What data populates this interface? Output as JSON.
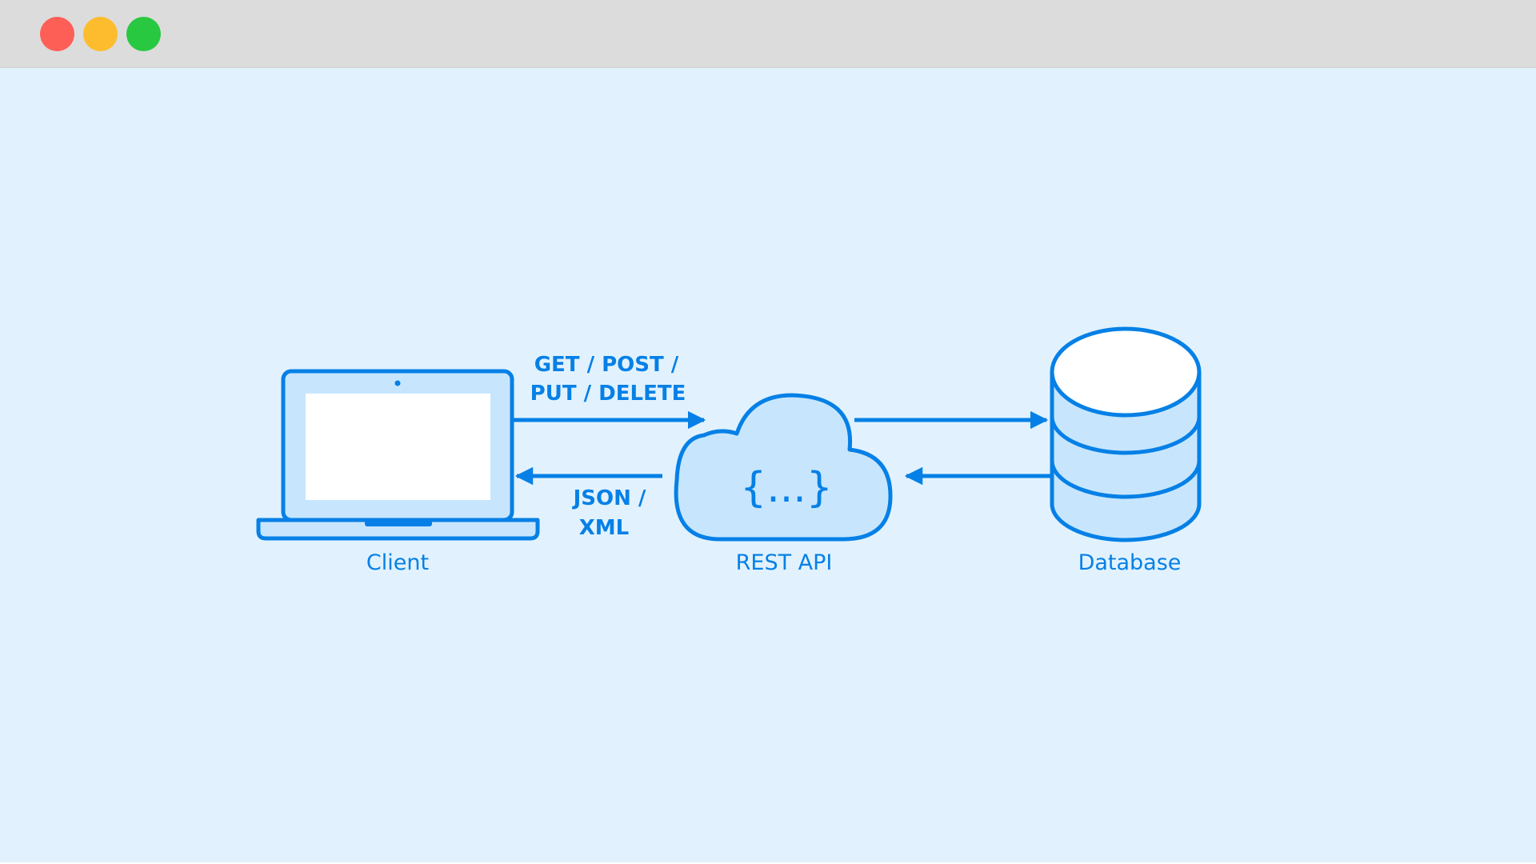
{
  "window": {
    "controls": {
      "close_color": "#fd5f57",
      "minimize_color": "#fdbc2e",
      "maximize_color": "#28c840"
    }
  },
  "diagram": {
    "accent_color": "#0680e6",
    "fill_color": "#c7e6fd",
    "client": {
      "label": "Client",
      "icon": "laptop-icon"
    },
    "api": {
      "label": "REST API",
      "icon": "cloud-icon",
      "symbol": "{...}"
    },
    "database": {
      "label": "Database",
      "icon": "database-icon"
    },
    "request": {
      "line1": "GET / POST /",
      "line2": "PUT / DELETE"
    },
    "response": {
      "line1": "JSON /",
      "line2": "XML"
    }
  }
}
